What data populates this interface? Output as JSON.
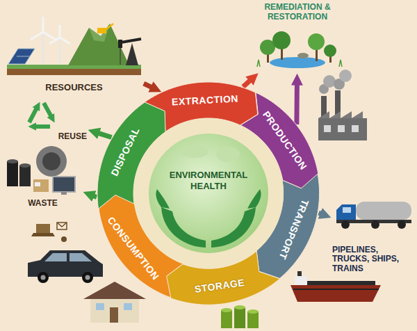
{
  "diagram": {
    "nodes": [
      {
        "text": [
          "EXTRACTION"
        ]
      },
      {
        "text": [
          "PRODUCTION"
        ]
      },
      {
        "text": [
          "TRANSPORT"
        ]
      },
      {
        "text": [
          "STORAGE"
        ]
      },
      {
        "text": [
          "CONSUMPTION"
        ]
      },
      {
        "text": [
          "DISPOSAL"
        ]
      },
      {
        "text": [
          "ENVIRONMENTAL HEALTH"
        ]
      },
      {
        "text": [
          "RESOURCES"
        ]
      },
      {
        "text": [
          "REMEDIATION & RESTORATION"
        ]
      },
      {
        "text": [
          "PIPELINES, TRUCKS, SHIPS, TRAINS"
        ]
      },
      {
        "text": [
          "REUSE"
        ]
      },
      {
        "text": [
          "WASTE"
        ]
      }
    ],
    "edges": [
      {
        "from": 7,
        "to": 0,
        "arrow": "to"
      },
      {
        "from": 0,
        "to": 8,
        "arrow": "to"
      },
      {
        "from": 1,
        "to": 8,
        "arrow": "to"
      },
      {
        "from": 2,
        "to": 9,
        "arrow": "to"
      },
      {
        "from": 5,
        "to": 10,
        "arrow": "to"
      },
      {
        "from": 5,
        "to": 11,
        "arrow": "to"
      }
    ]
  }
}
